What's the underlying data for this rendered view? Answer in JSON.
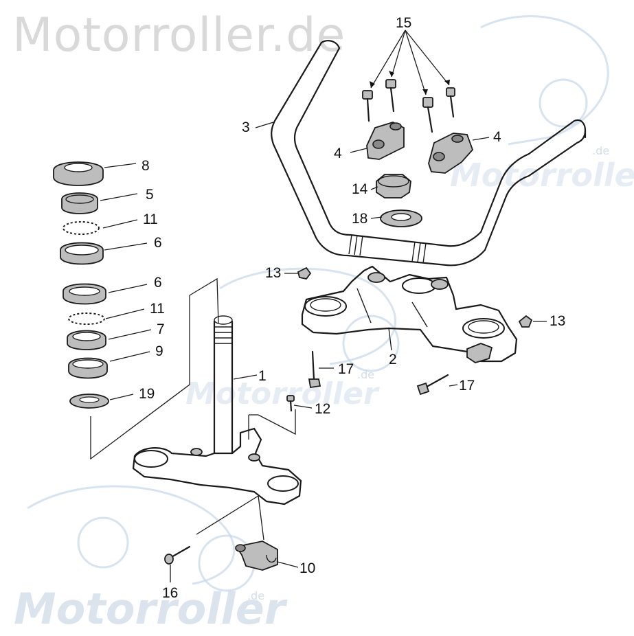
{
  "watermark": {
    "top_text": "Motorroller.de",
    "bottom_text": "Motorroller",
    "mid_text": "Motorroller",
    "de_suffix": ".de"
  },
  "callouts": [
    {
      "id": "15",
      "label": "15"
    },
    {
      "id": "3",
      "label": "3"
    },
    {
      "id": "4a",
      "label": "4"
    },
    {
      "id": "4b",
      "label": "4"
    },
    {
      "id": "14",
      "label": "14"
    },
    {
      "id": "18",
      "label": "18"
    },
    {
      "id": "8",
      "label": "8"
    },
    {
      "id": "5",
      "label": "5"
    },
    {
      "id": "11a",
      "label": "11"
    },
    {
      "id": "6a",
      "label": "6"
    },
    {
      "id": "6b",
      "label": "6"
    },
    {
      "id": "11b",
      "label": "11"
    },
    {
      "id": "7",
      "label": "7"
    },
    {
      "id": "9",
      "label": "9"
    },
    {
      "id": "19",
      "label": "19"
    },
    {
      "id": "13a",
      "label": "13"
    },
    {
      "id": "13b",
      "label": "13"
    },
    {
      "id": "2",
      "label": "2"
    },
    {
      "id": "17a",
      "label": "17"
    },
    {
      "id": "17b",
      "label": "17"
    },
    {
      "id": "1",
      "label": "1"
    },
    {
      "id": "12",
      "label": "12"
    },
    {
      "id": "10",
      "label": "10"
    },
    {
      "id": "16",
      "label": "16"
    }
  ]
}
